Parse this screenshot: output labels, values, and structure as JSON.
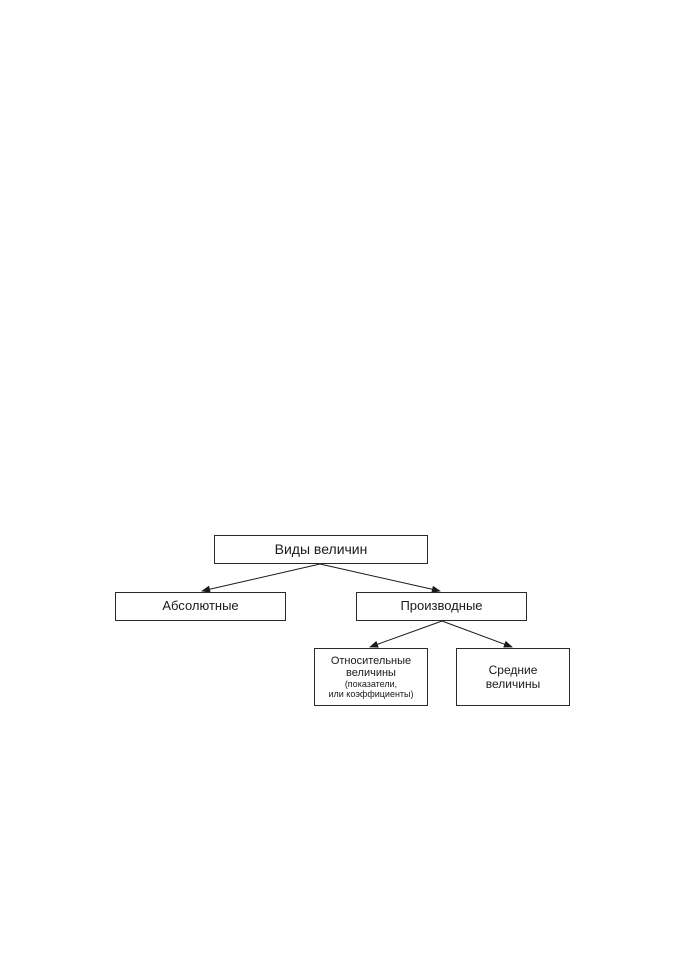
{
  "diagram": {
    "root": "Виды величин",
    "absolute": "Абсолютные",
    "derived": "Производные",
    "relative": {
      "line1": "Относительные",
      "line2": "величины",
      "note1": "(показатели,",
      "note2": "или коэффициенты)"
    },
    "average": {
      "line1": "Средние",
      "line2": "величины"
    }
  }
}
